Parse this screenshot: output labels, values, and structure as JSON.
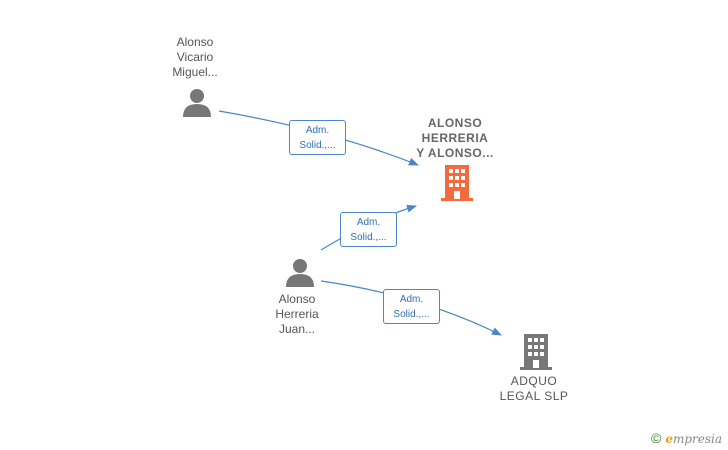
{
  "nodes": {
    "person1": {
      "label": "Alonso\nVicario\nMiguel...",
      "type": "person"
    },
    "company_main": {
      "label": "ALONSO\nHERRERIA\nY ALONSO...",
      "type": "company",
      "color": "#f26a3d"
    },
    "person2": {
      "label": "Alonso\nHerreria\nJuan...",
      "type": "person"
    },
    "company2": {
      "label": "ADQUO\nLEGAL SLP",
      "type": "company",
      "color": "#777777"
    }
  },
  "edges": [
    {
      "from": "person1",
      "to": "company_main",
      "label_line1": "Adm.",
      "label_line2": "Solid.,..."
    },
    {
      "from": "person2",
      "to": "company_main",
      "label_line1": "Adm.",
      "label_line2": "Solid.,..."
    },
    {
      "from": "person2",
      "to": "company2",
      "label_line1": "Adm.",
      "label_line2": "Solid.,..."
    }
  ],
  "colors": {
    "edge": "#4a86c8",
    "person_icon": "#777777"
  },
  "brand": {
    "copyright": "©",
    "name_e": "e",
    "name_rest": "mpresia"
  }
}
